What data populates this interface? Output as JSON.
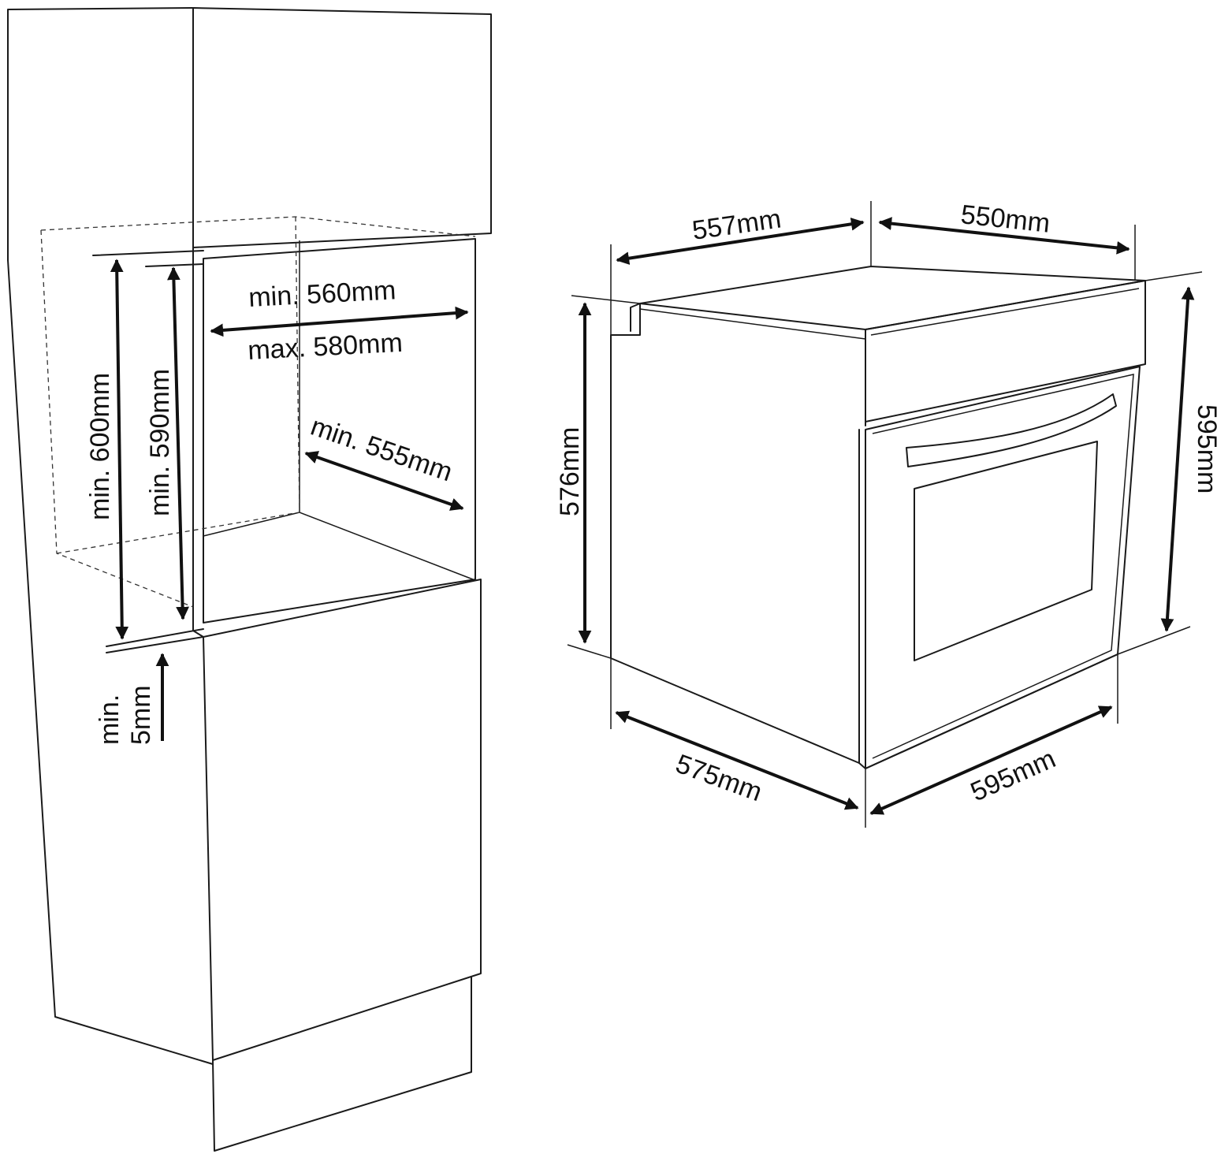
{
  "cabinet": {
    "dimensions": {
      "niche_width": "min. 560mm",
      "niche_width_max": "max. 580mm",
      "niche_depth": "min. 555mm",
      "niche_height_outer": "min. 600mm",
      "niche_height_inner": "min. 590mm",
      "gap_min": "min.",
      "gap_value": "5mm"
    }
  },
  "oven": {
    "dimensions": {
      "top_depth": "557mm",
      "top_width": "550mm",
      "body_height": "576mm",
      "front_height": "595mm",
      "bottom_depth": "575mm",
      "bottom_width": "595mm"
    }
  },
  "colors": {
    "line": "#1a1a1a",
    "background": "#ffffff"
  }
}
